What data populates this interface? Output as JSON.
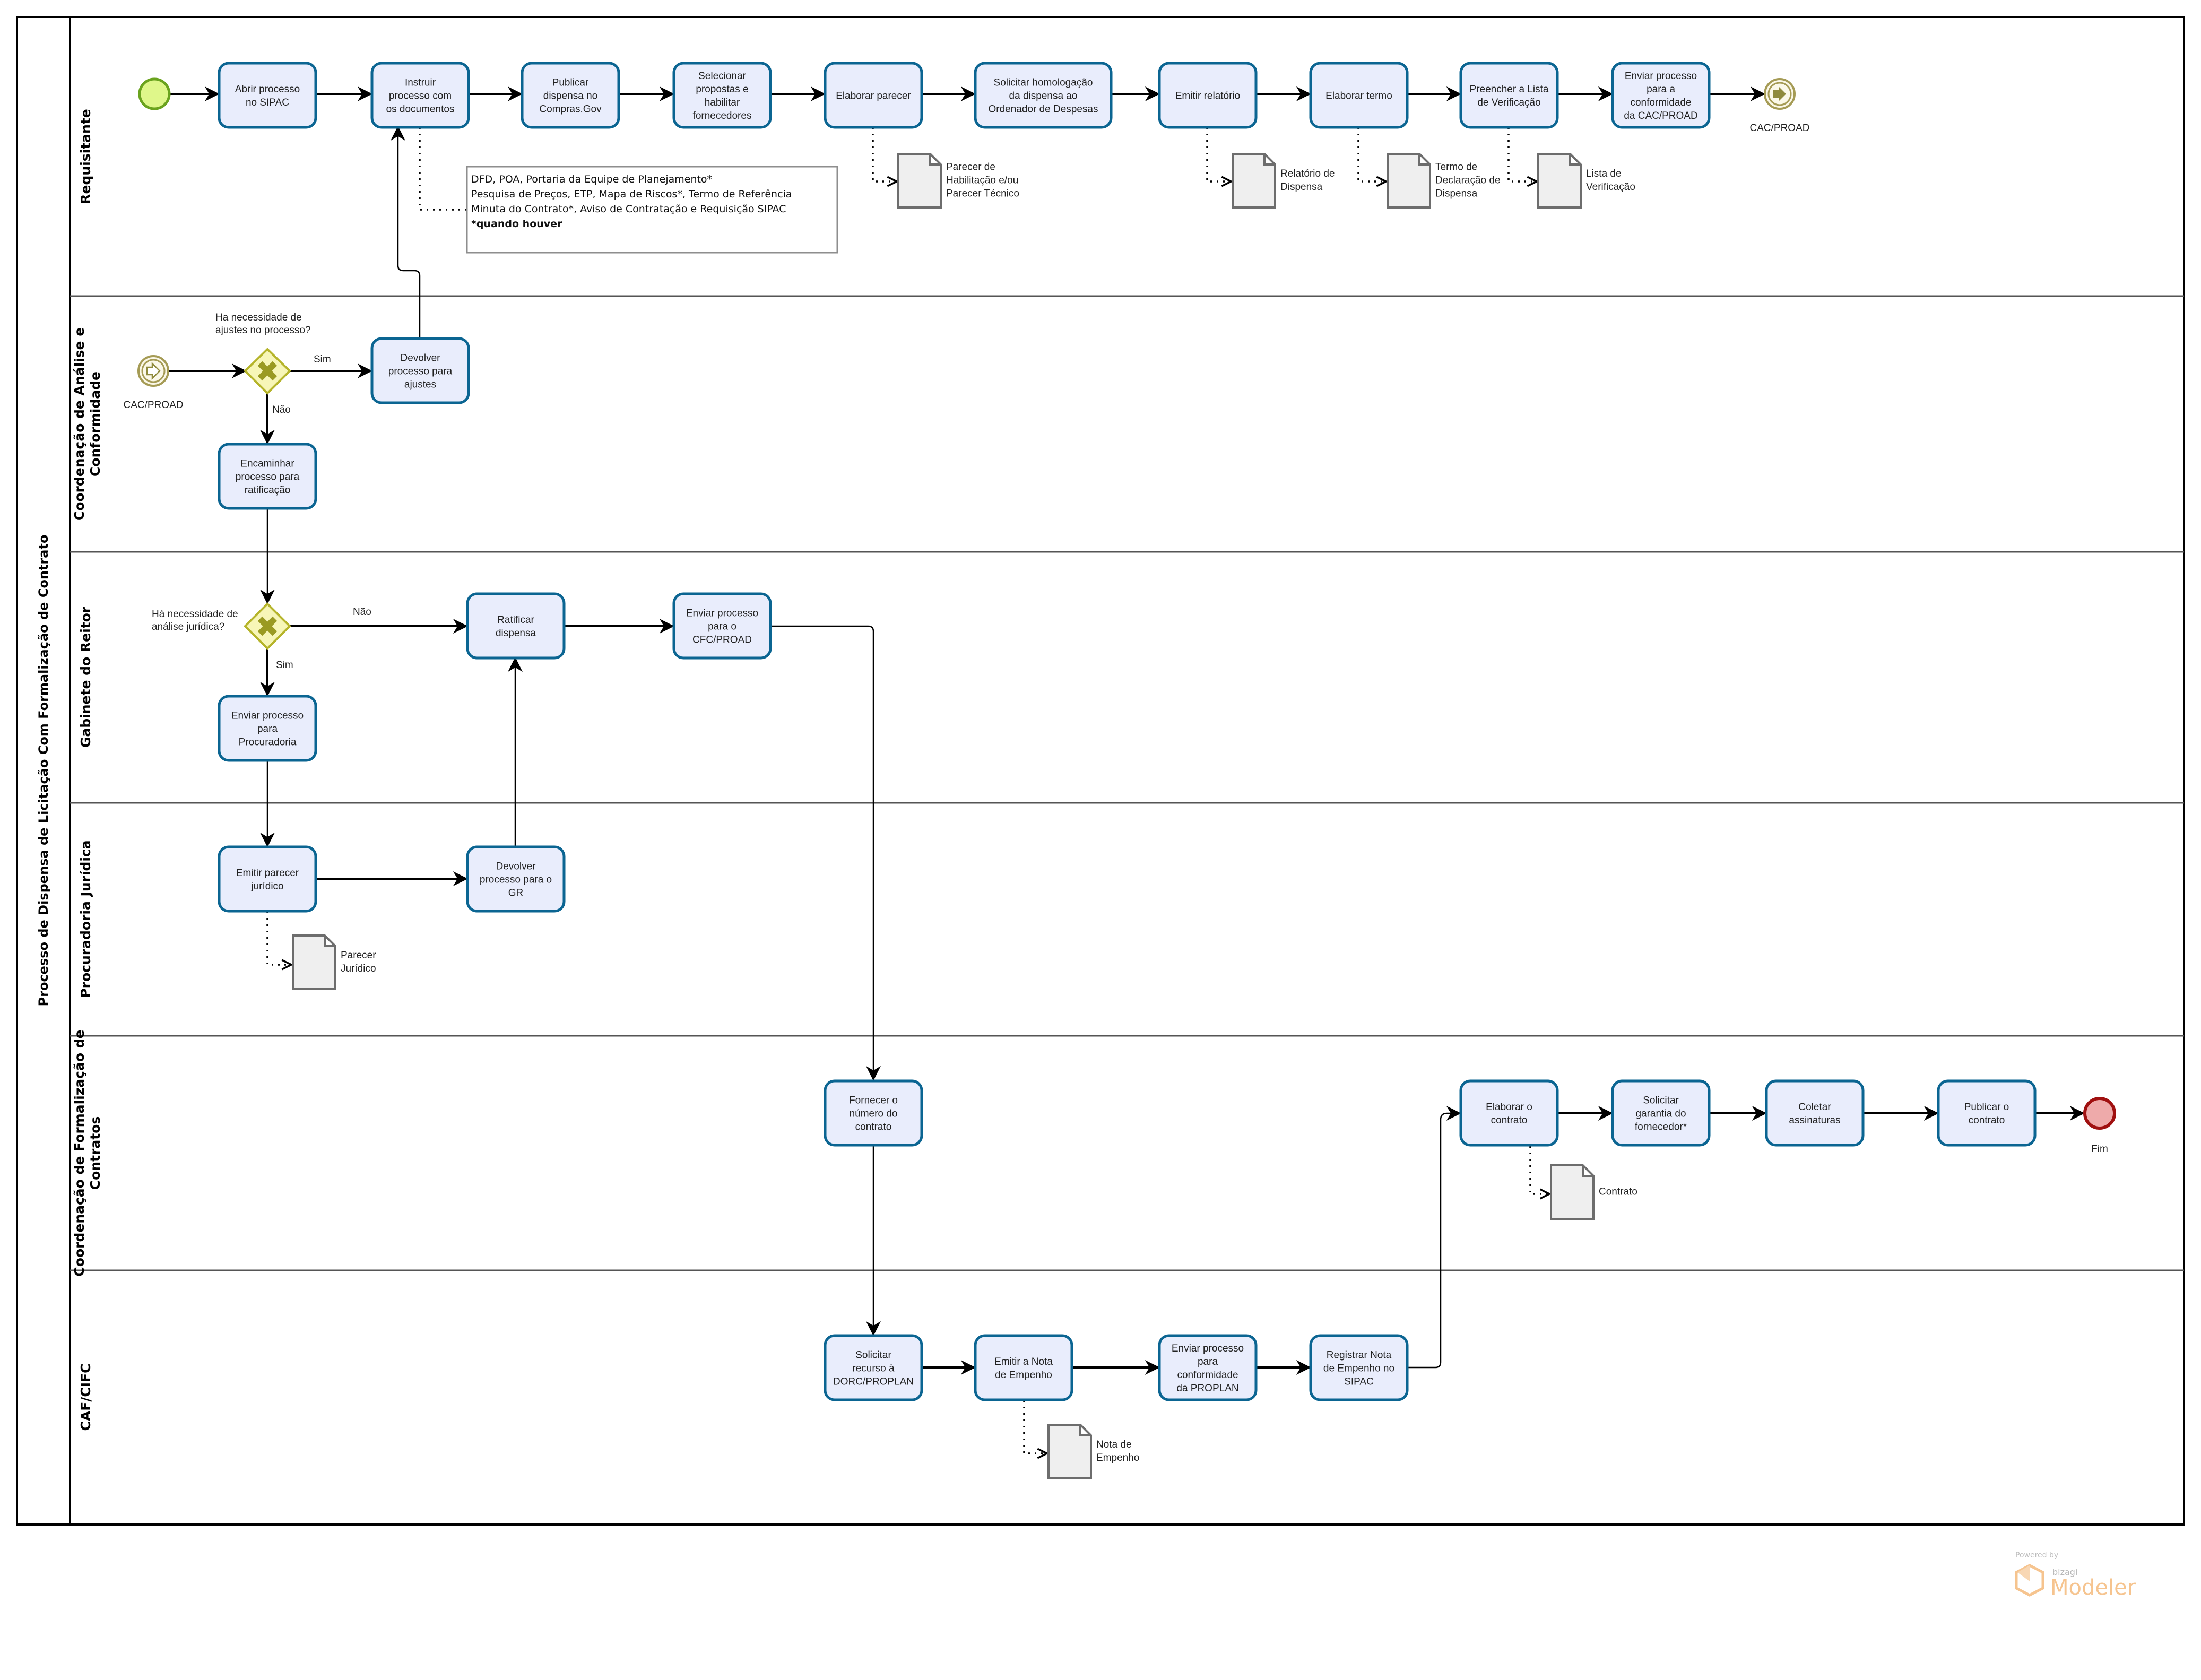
{
  "pool": {
    "title": "Processo de Dispensa de Licitação  Com Formalização de Contrato"
  },
  "lanes": [
    {
      "id": "requisitante",
      "title_lines": [
        "Requisitante"
      ]
    },
    {
      "id": "cac",
      "title_lines": [
        "Coordenação de Análise e",
        "Conformidade"
      ]
    },
    {
      "id": "gabinete",
      "title_lines": [
        "Gabinete do Reitor"
      ]
    },
    {
      "id": "procuradoria",
      "title_lines": [
        "Procuradoria Jurídica"
      ]
    },
    {
      "id": "cfc",
      "title_lines": [
        "Coordenação de Formalização de",
        "Contratos"
      ]
    },
    {
      "id": "caf",
      "title_lines": [
        "CAF/CIFC"
      ]
    }
  ],
  "tasks": {
    "abrir": [
      "Abrir processo",
      "no SIPAC"
    ],
    "instruir": [
      "Instruir",
      "processo com",
      "os documentos"
    ],
    "publicar": [
      "Publicar",
      "dispensa no",
      "Compras.Gov"
    ],
    "selecionar": [
      "Selecionar",
      "propostas e",
      "habilitar",
      "fornecedores"
    ],
    "elaborar_parecer": [
      "Elaborar parecer"
    ],
    "solicitar_homologacao": [
      "Solicitar homologação",
      "da dispensa ao",
      "Ordenador de Despesas"
    ],
    "emitir_relatorio": [
      "Emitir relatório"
    ],
    "elaborar_termo": [
      "Elaborar termo"
    ],
    "preencher_lista": [
      "Preencher a Lista",
      "de Verificação"
    ],
    "enviar_cac": [
      "Enviar processo",
      "para a",
      "conformidade",
      "da CAC/PROAD"
    ],
    "devolver_ajustes": [
      "Devolver",
      "processo para",
      "ajustes"
    ],
    "encaminhar_ratificacao": [
      "Encaminhar",
      "processo para",
      "ratificação"
    ],
    "ratificar": [
      "Ratificar",
      "dispensa"
    ],
    "enviar_cfc": [
      "Enviar processo",
      "para o",
      "CFC/PROAD"
    ],
    "enviar_procuradoria": [
      "Enviar processo",
      "para",
      "Procuradoria"
    ],
    "emitir_parecer_juridico": [
      "Emitir parecer",
      "jurídico"
    ],
    "devolver_gr": [
      "Devolver",
      "processo para o",
      "GR"
    ],
    "fornecer_numero": [
      "Fornecer o",
      "número do",
      "contrato"
    ],
    "elaborar_contrato": [
      "Elaborar o",
      "contrato"
    ],
    "solicitar_garantia": [
      "Solicitar",
      "garantia do",
      "fornecedor*"
    ],
    "coletar_assinaturas": [
      "Coletar",
      "assinaturas"
    ],
    "publicar_contrato": [
      "Publicar o",
      "contrato"
    ],
    "solicitar_recurso": [
      "Solicitar",
      "recurso à",
      "DORC/PROPLAN"
    ],
    "emitir_nota": [
      "Emitir a Nota",
      "de Empenho"
    ],
    "enviar_proplan": [
      "Enviar processo",
      "para",
      "conformidade",
      "da PROPLAN"
    ],
    "registrar_nota": [
      "Registrar Nota",
      "de Empenho no",
      "SIPAC"
    ]
  },
  "documents": {
    "parecer_habilitacao": [
      "Parecer de",
      "Habilitação e/ou",
      "Parecer Técnico"
    ],
    "relatorio_dispensa": [
      "Relatório de",
      "Dispensa"
    ],
    "termo_declaracao": [
      "Termo de",
      "Declaração de",
      "Dispensa"
    ],
    "lista_verificacao": [
      "Lista de",
      "Verificação"
    ],
    "parecer_juridico": [
      "Parecer",
      "Jurídico"
    ],
    "contrato": [
      "Contrato"
    ],
    "nota_empenho": [
      "Nota de",
      "Empenho"
    ]
  },
  "annotation": {
    "lines": [
      "DFD, POA, Portaria da Equipe de Planejamento*",
      "Pesquisa de Preços, ETP, Mapa de Riscos*, Termo de Referência",
      "Minuta do Contrato*, Aviso de Contratação e Requisição SIPAC"
    ],
    "footnote": "*quando houver"
  },
  "events": {
    "end_message_label": "CAC/PROAD",
    "start_message_label": "CAC/PROAD",
    "end_label": "Fim"
  },
  "gateways": {
    "ajustes_question": [
      "Ha necessidade de",
      "ajustes no processo?"
    ],
    "ajustes_yes": "Sim",
    "ajustes_no": "Não",
    "juridica_question": [
      "Há necessidade de",
      "análise jurídica?"
    ],
    "juridica_yes": "Sim",
    "juridica_no": "Não"
  },
  "branding": {
    "powered_by": "Powered by",
    "company": "bizagi",
    "product": "Modeler",
    "color": "#f6c48f"
  },
  "colors": {
    "task_fill": "#e9edfc",
    "task_stroke": "#0b6592",
    "gateway_fill": "#f7f6b8",
    "start_fill": "#dff78a",
    "end_fill": "#eeaaaa",
    "end_stroke": "#a01010"
  }
}
